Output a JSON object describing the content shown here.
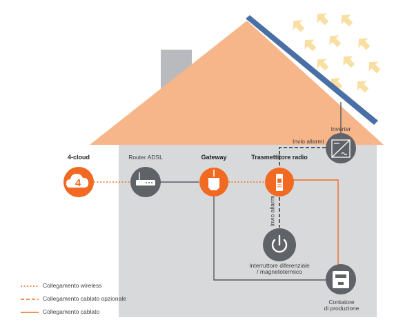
{
  "nodes": {
    "cloud": {
      "label": "4-cloud",
      "glyph": "4"
    },
    "router": {
      "label": "Router ADSL"
    },
    "gateway": {
      "label": "Gateway"
    },
    "transmitter": {
      "label": "Trasmettitore radio"
    },
    "inverter": {
      "label": "Inverter"
    },
    "switch": {
      "label_line1": "Interruttore diferenziale",
      "label_line2": "/ magnetotermico"
    },
    "meter": {
      "label_line1": "Contatore",
      "label_line2": "di produzione"
    }
  },
  "annotations": {
    "alarm_horizontal": "Invio allarmi",
    "alarm_vertical": "Invio allarmi"
  },
  "legend": [
    {
      "style": "dotted",
      "label": "Collegamento wireless"
    },
    {
      "style": "dashed",
      "label": "Collegamento cablato opzionale"
    },
    {
      "style": "solid",
      "label": "Collegamento cablato"
    }
  ],
  "colors": {
    "orange": "#f26a21",
    "roof": "#f7b58a",
    "house": "#d8d9db",
    "chimney": "#b8babd",
    "dark_gray": "#5f6368",
    "panel": "#4a6fa5",
    "sun_arrows": "#f9dfa3",
    "wire": "#555a60"
  }
}
